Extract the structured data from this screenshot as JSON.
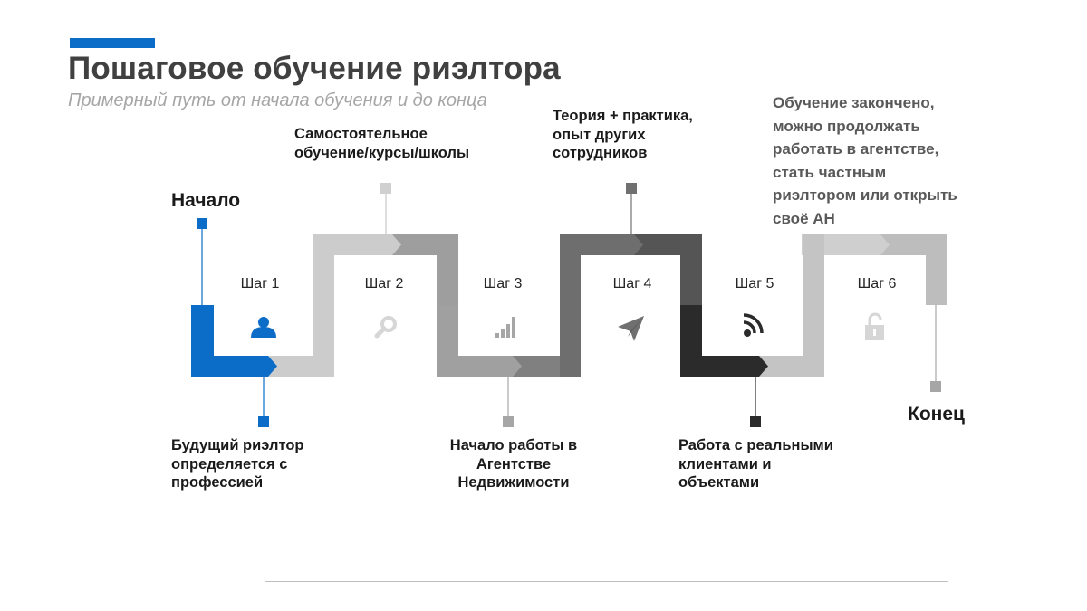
{
  "title": "Пошаговое обучение риэлтора",
  "subtitle": "Примерный путь от начала обучения и до конца",
  "start_label": "Начало",
  "end_label": "Конец",
  "steps": [
    {
      "label": "Шаг 1",
      "icon": "user-icon"
    },
    {
      "label": "Шаг 2",
      "icon": "search-icon"
    },
    {
      "label": "Шаг 3",
      "icon": "bar-chart-icon"
    },
    {
      "label": "Шаг 4",
      "icon": "paper-plane-icon"
    },
    {
      "label": "Шаг 5",
      "icon": "rss-icon"
    },
    {
      "label": "Шаг 6",
      "icon": "unlock-icon"
    }
  ],
  "annotations": {
    "step1": [
      "Будущий риэлтор",
      "определяется с",
      "профессией"
    ],
    "step2": [
      "Самостоятельное",
      "обучение/курсы/школы"
    ],
    "step3": [
      "Начало работы в",
      "Агентстве",
      "Недвижимости"
    ],
    "step4": [
      "Теория + практика,",
      "опыт других",
      "сотрудников"
    ],
    "step5": [
      "Работа с реальными",
      "клиентами и",
      "объектами"
    ],
    "step6": [
      "Обучение закончено,",
      "можно продолжать",
      "работать в агентстве,",
      "стать частным",
      "риэлтором или открыть",
      "своё АН"
    ]
  },
  "colors": {
    "accent": "#0b6dc7",
    "step1": "#0b6dc7",
    "step2": "#c8c8c8",
    "step3": "#9e9e9e",
    "step4": "#707070",
    "step5": "#2b2b2b",
    "step6": "#c4c4c4"
  }
}
